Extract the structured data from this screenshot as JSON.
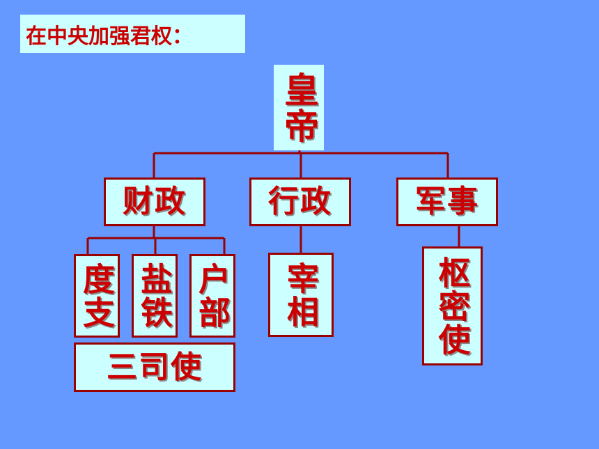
{
  "heading": "在中央加强君权：",
  "nodes": {
    "emperor": "皇帝",
    "finance": "财政",
    "administration": "行政",
    "military": "军事",
    "duzhi": "度支",
    "yantie": "盐铁",
    "hubu": "户部",
    "sansishi": "三司使",
    "zaixiang": "宰相",
    "shumishi": "枢密使"
  },
  "colors": {
    "background": "#6699FF",
    "box_fill": "#CCFFFF",
    "text": "#CC0000",
    "border": "#990000"
  }
}
